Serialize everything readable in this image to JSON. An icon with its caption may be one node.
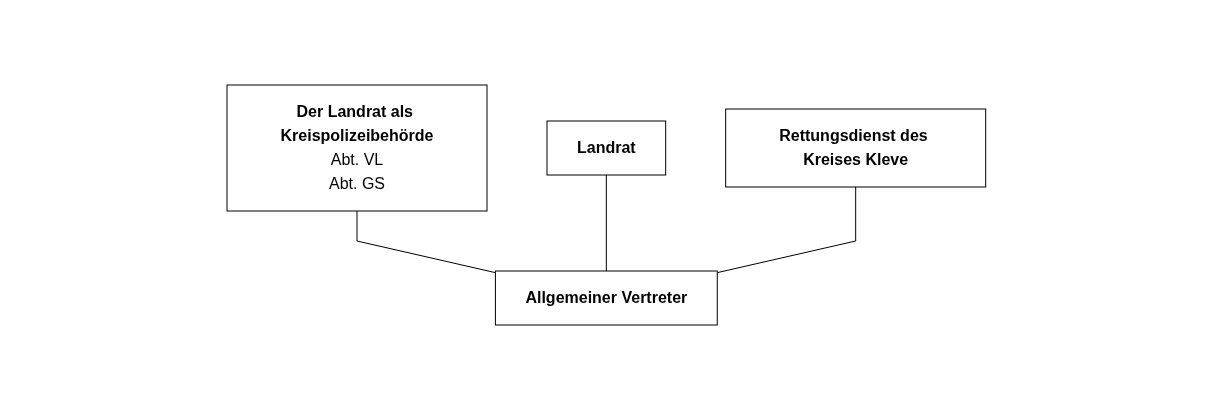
{
  "diagram": {
    "nodes": [
      {
        "text": [
          "Der Landrat als Kreispolizeibehörde",
          "Abt. VL",
          "Abt. GS"
        ]
      },
      {
        "text": [
          "Landrat"
        ]
      },
      {
        "text": [
          "Rettungsdienst des Kreises Kleve"
        ]
      },
      {
        "text": [
          "Allgemeiner Vertreter"
        ]
      }
    ],
    "edges": [
      {
        "from": 0,
        "to": 3,
        "arrow": "none"
      },
      {
        "from": 1,
        "to": 3,
        "arrow": "none"
      },
      {
        "from": 2,
        "to": 3,
        "arrow": "none"
      }
    ]
  }
}
